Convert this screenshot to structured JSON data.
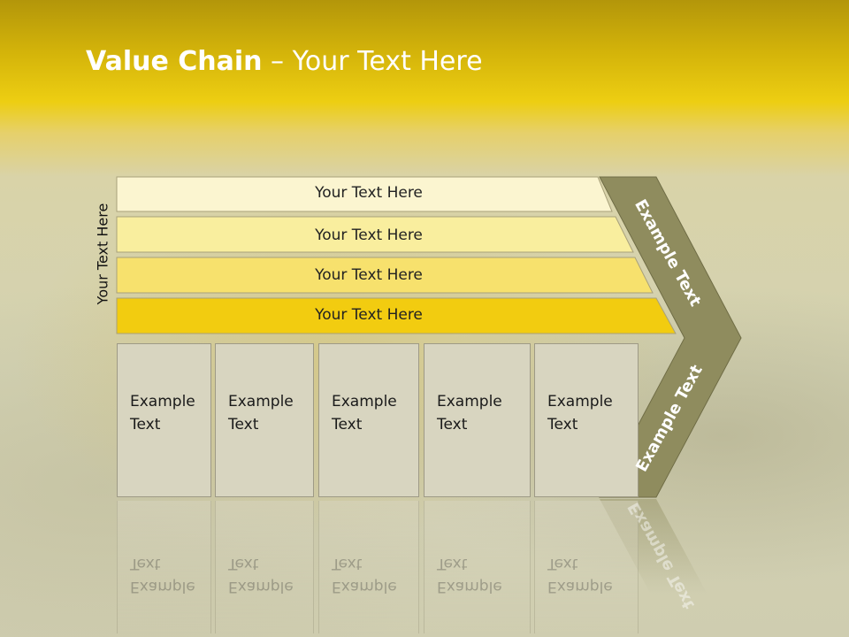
{
  "title": {
    "bold": "Value Chain",
    "rest": " – Your Text Here"
  },
  "side_label": "Your Text Here",
  "bands": [
    {
      "label": "Your Text Here",
      "color": "#fbf5d0"
    },
    {
      "label": "Your Text Here",
      "color": "#f9ee9e"
    },
    {
      "label": "Your Text Here",
      "color": "#f7e16d"
    },
    {
      "label": "Your Text Here",
      "color": "#f2cc10"
    }
  ],
  "boxes": [
    {
      "line1": "Example",
      "line2": "Text"
    },
    {
      "line1": "Example",
      "line2": "Text"
    },
    {
      "line1": "Example",
      "line2": "Text"
    },
    {
      "line1": "Example",
      "line2": "Text"
    },
    {
      "line1": "Example",
      "line2": "Text"
    }
  ],
  "arrow": {
    "top_label": "Example Text",
    "bottom_label": "Example Text",
    "color": "#8f8c5e"
  }
}
